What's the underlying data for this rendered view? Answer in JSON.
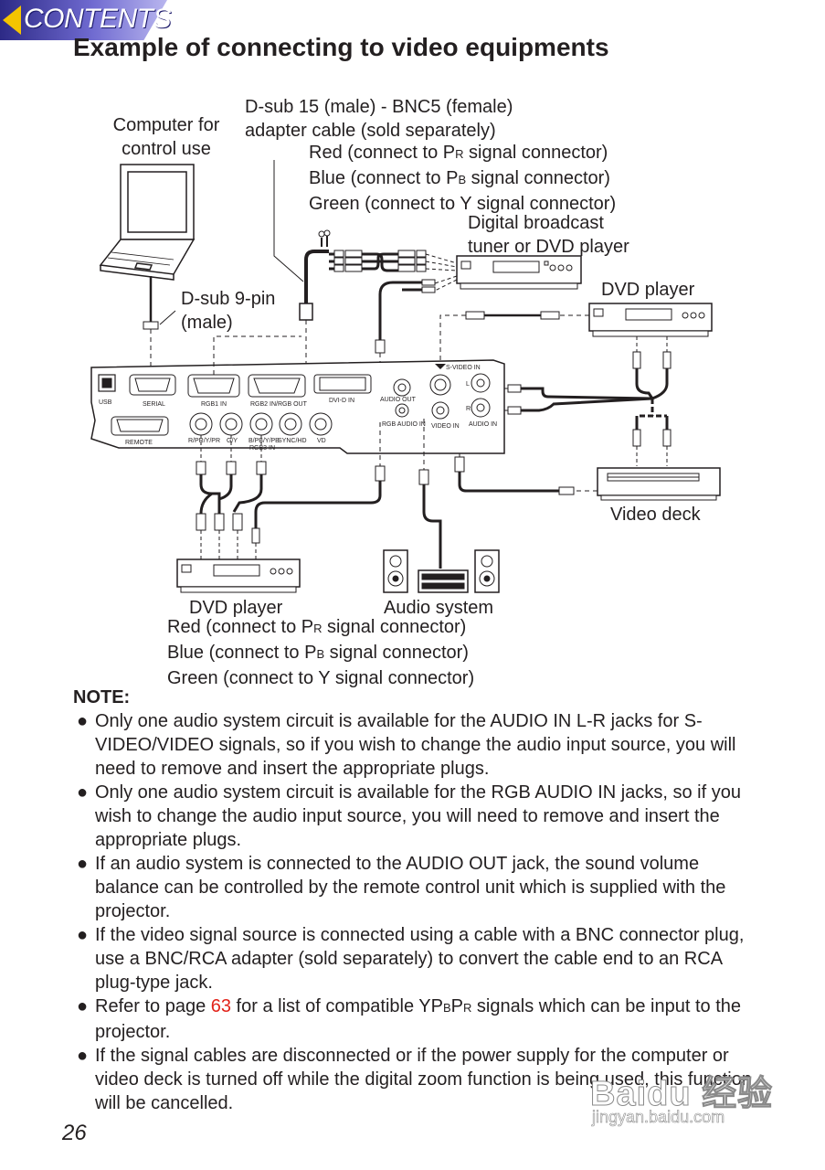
{
  "tab": {
    "label": "CONTENTS"
  },
  "title": "Example of connecting to video equipments",
  "diagram": {
    "computer_label": [
      "Computer for",
      "control use"
    ],
    "adapter_label": [
      "D-sub 15 (male) - BNC5 (female)",
      "adapter cable (sold separately)"
    ],
    "top_colors": [
      "Red (connect to P",
      "R",
      " signal connector)",
      "Blue (connect to P",
      "B",
      " signal connector)",
      "Green (connect to Y signal connector)"
    ],
    "tuner_label": [
      "Digital broadcast",
      "tuner or DVD player"
    ],
    "dvd_right_label": "DVD player",
    "dsub9_label": [
      "D-sub 9-pin",
      "(male)"
    ],
    "video_deck_label": "Video deck",
    "dvd_bottom_label": "DVD player",
    "audio_label": "Audio system",
    "bottom_colors": [
      "Red (connect to P",
      "R",
      " signal connector)",
      "Blue (connect to P",
      "B",
      " signal connector)",
      "Green (connect to Y signal connector)"
    ],
    "panel": {
      "usb": "USB",
      "serial": "SERIAL",
      "rgb1": "RGB1 IN",
      "rgb2": "RGB2 IN/RGB OUT",
      "dvi": "DVI-D IN",
      "audio_out": "AUDIO OUT",
      "rgb_audio": "RGB AUDIO IN",
      "svideo": "S-VIDEO IN",
      "video_in": "VIDEO IN",
      "audio_in": "AUDIO IN",
      "remote": "REMOTE",
      "bnc_r": "R/PR/Y/PR",
      "bnc_g": "G/Y",
      "bnc_b": "B/PB/Y/PB",
      "rgb3": "RGB3 IN",
      "sync": "SYNC/HD",
      "vd": "VD",
      "l": "L",
      "r": "R"
    }
  },
  "note": {
    "heading": "NOTE:",
    "bullet": "●",
    "items": [
      "Only one audio system circuit is available for the AUDIO IN L-R jacks for S-VIDEO/VIDEO signals, so if you wish to change the audio input source, you will need to remove and insert the appropriate plugs.",
      "Only one audio system circuit is available for the RGB AUDIO IN jacks, so if you wish to change the audio input source, you will need to remove and insert the appropriate plugs.",
      "If an audio system is connected to the AUDIO OUT jack, the sound volume balance can be controlled by the remote control unit which is supplied with the projector.",
      "If the video signal source is connected using a cable with a BNC connector plug, use a BNC/RCA adapter (sold separately) to convert the cable end to an RCA plug-type jack."
    ],
    "item5": {
      "pre": "Refer to page ",
      "link": "63",
      "mid": " for a list of compatible YP",
      "sub1": "B",
      "p2": "P",
      "sub2": "R",
      "post": " signals which can be input to the projector."
    },
    "item6": "If the signal cables are disconnected or if the power supply for the computer or video deck is turned off while the digital zoom function is being used, this function will be cancelled."
  },
  "page_number": "26",
  "watermark": {
    "brand": "Baidu 经验",
    "url": "jingyan.baidu.com"
  }
}
